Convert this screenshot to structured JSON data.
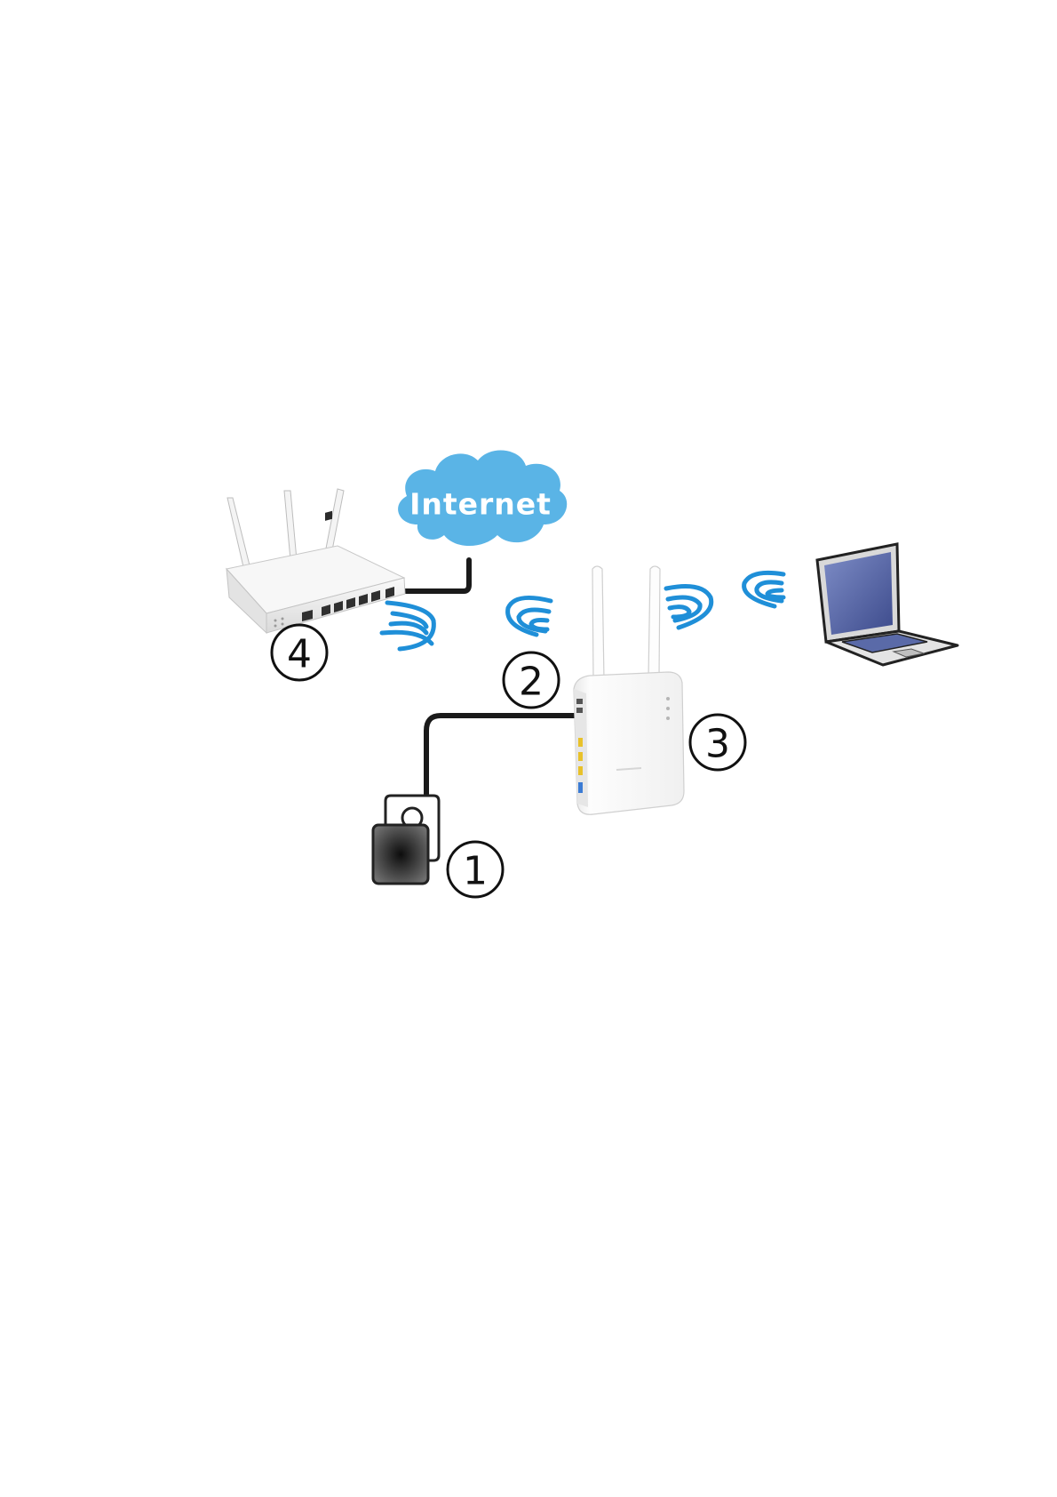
{
  "cloud": {
    "label": "Internet",
    "color": "#5ab4e6"
  },
  "callouts": [
    {
      "id": "1",
      "label": "1"
    },
    {
      "id": "2",
      "label": "2"
    },
    {
      "id": "3",
      "label": "3"
    },
    {
      "id": "4",
      "label": "4"
    }
  ],
  "icons": {
    "main_router": "router-three-antenna-icon",
    "extender": "wireless-access-point-icon",
    "laptop": "laptop-icon",
    "power_adapter": "power-adapter-icon",
    "wifi": "wifi-signal-icon"
  },
  "colors": {
    "wifi_wave": "#1f8fd8",
    "cable": "#1a1a1a",
    "laptop_screen": "#5a6aa8"
  }
}
